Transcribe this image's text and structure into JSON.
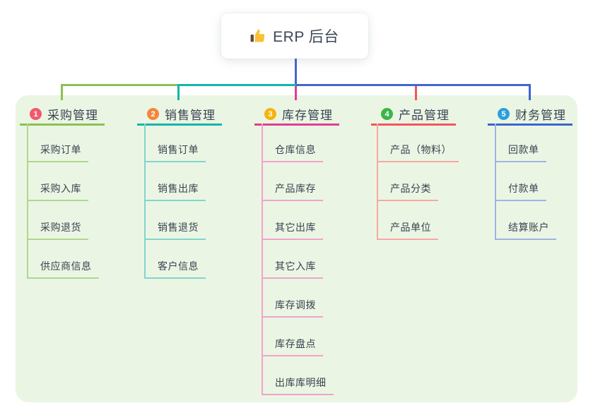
{
  "root": {
    "title": "ERP 后台",
    "icon": "thumbs-up-icon"
  },
  "connector_color": "#4666CE",
  "panel_bg": "#EAF6E3",
  "text_color": "#3A4353",
  "branches": [
    {
      "index": "1",
      "title": "采购管理",
      "color": "#8CC152",
      "light_color": "#AED790",
      "badge_color": "#F1596C",
      "children": [
        "采购订单",
        "采购入库",
        "采购退货",
        "供应商信息"
      ]
    },
    {
      "index": "2",
      "title": "销售管理",
      "color": "#15B5AC",
      "light_color": "#82D5CD",
      "badge_color": "#F2873C",
      "children": [
        "销售订单",
        "销售出库",
        "销售退货",
        "客户信息"
      ]
    },
    {
      "index": "3",
      "title": "库存管理",
      "color": "#E23C96",
      "light_color": "#F2A2CC",
      "badge_color": "#F6B30F",
      "children": [
        "仓库信息",
        "产品库存",
        "其它出库",
        "其它入库",
        "库存调拨",
        "库存盘点",
        "出库库明细"
      ]
    },
    {
      "index": "4",
      "title": "产品管理",
      "color": "#F4555C",
      "light_color": "#F8A7A3",
      "badge_color": "#3CB54A",
      "children": [
        "产品（物料）",
        "产品分类",
        "产品单位"
      ]
    },
    {
      "index": "5",
      "title": "财务管理",
      "color": "#3E63D0",
      "light_color": "#9FB3E3",
      "badge_color": "#2C9FDB",
      "children": [
        "回款单",
        "付款单",
        "结算账户"
      ]
    }
  ]
}
